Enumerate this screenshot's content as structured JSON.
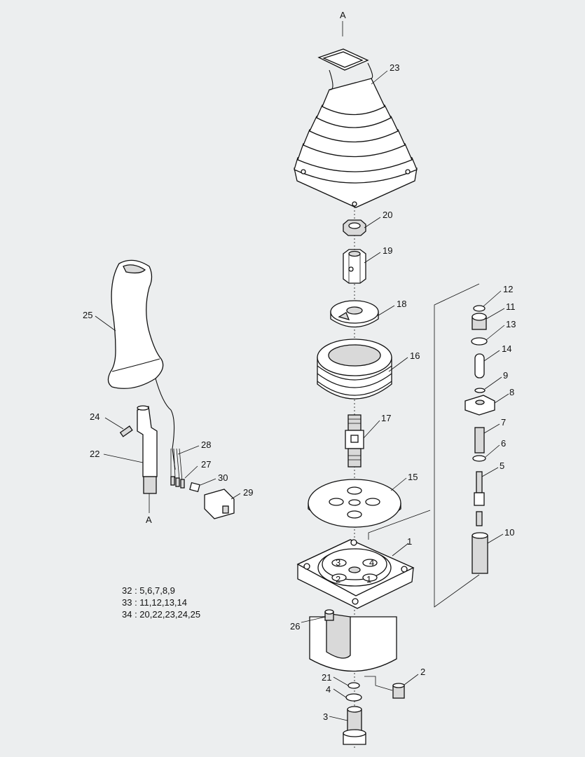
{
  "axis_labels": {
    "top": "A",
    "bottom": "A"
  },
  "callouts": [
    "1",
    "2",
    "3",
    "4",
    "5",
    "6",
    "7",
    "8",
    "9",
    "10",
    "11",
    "12",
    "13",
    "14",
    "15",
    "16",
    "17",
    "18",
    "19",
    "20",
    "21",
    "22",
    "23",
    "24",
    "25",
    "26",
    "27",
    "28",
    "29",
    "30"
  ],
  "housing_port_numbers": [
    "1",
    "2",
    "3",
    "4"
  ],
  "kits": [
    {
      "line": "32 : 5,6,7,8,9"
    },
    {
      "line": "33 : 11,12,13,14"
    },
    {
      "line": "34 : 20,22,23,24,25"
    }
  ]
}
